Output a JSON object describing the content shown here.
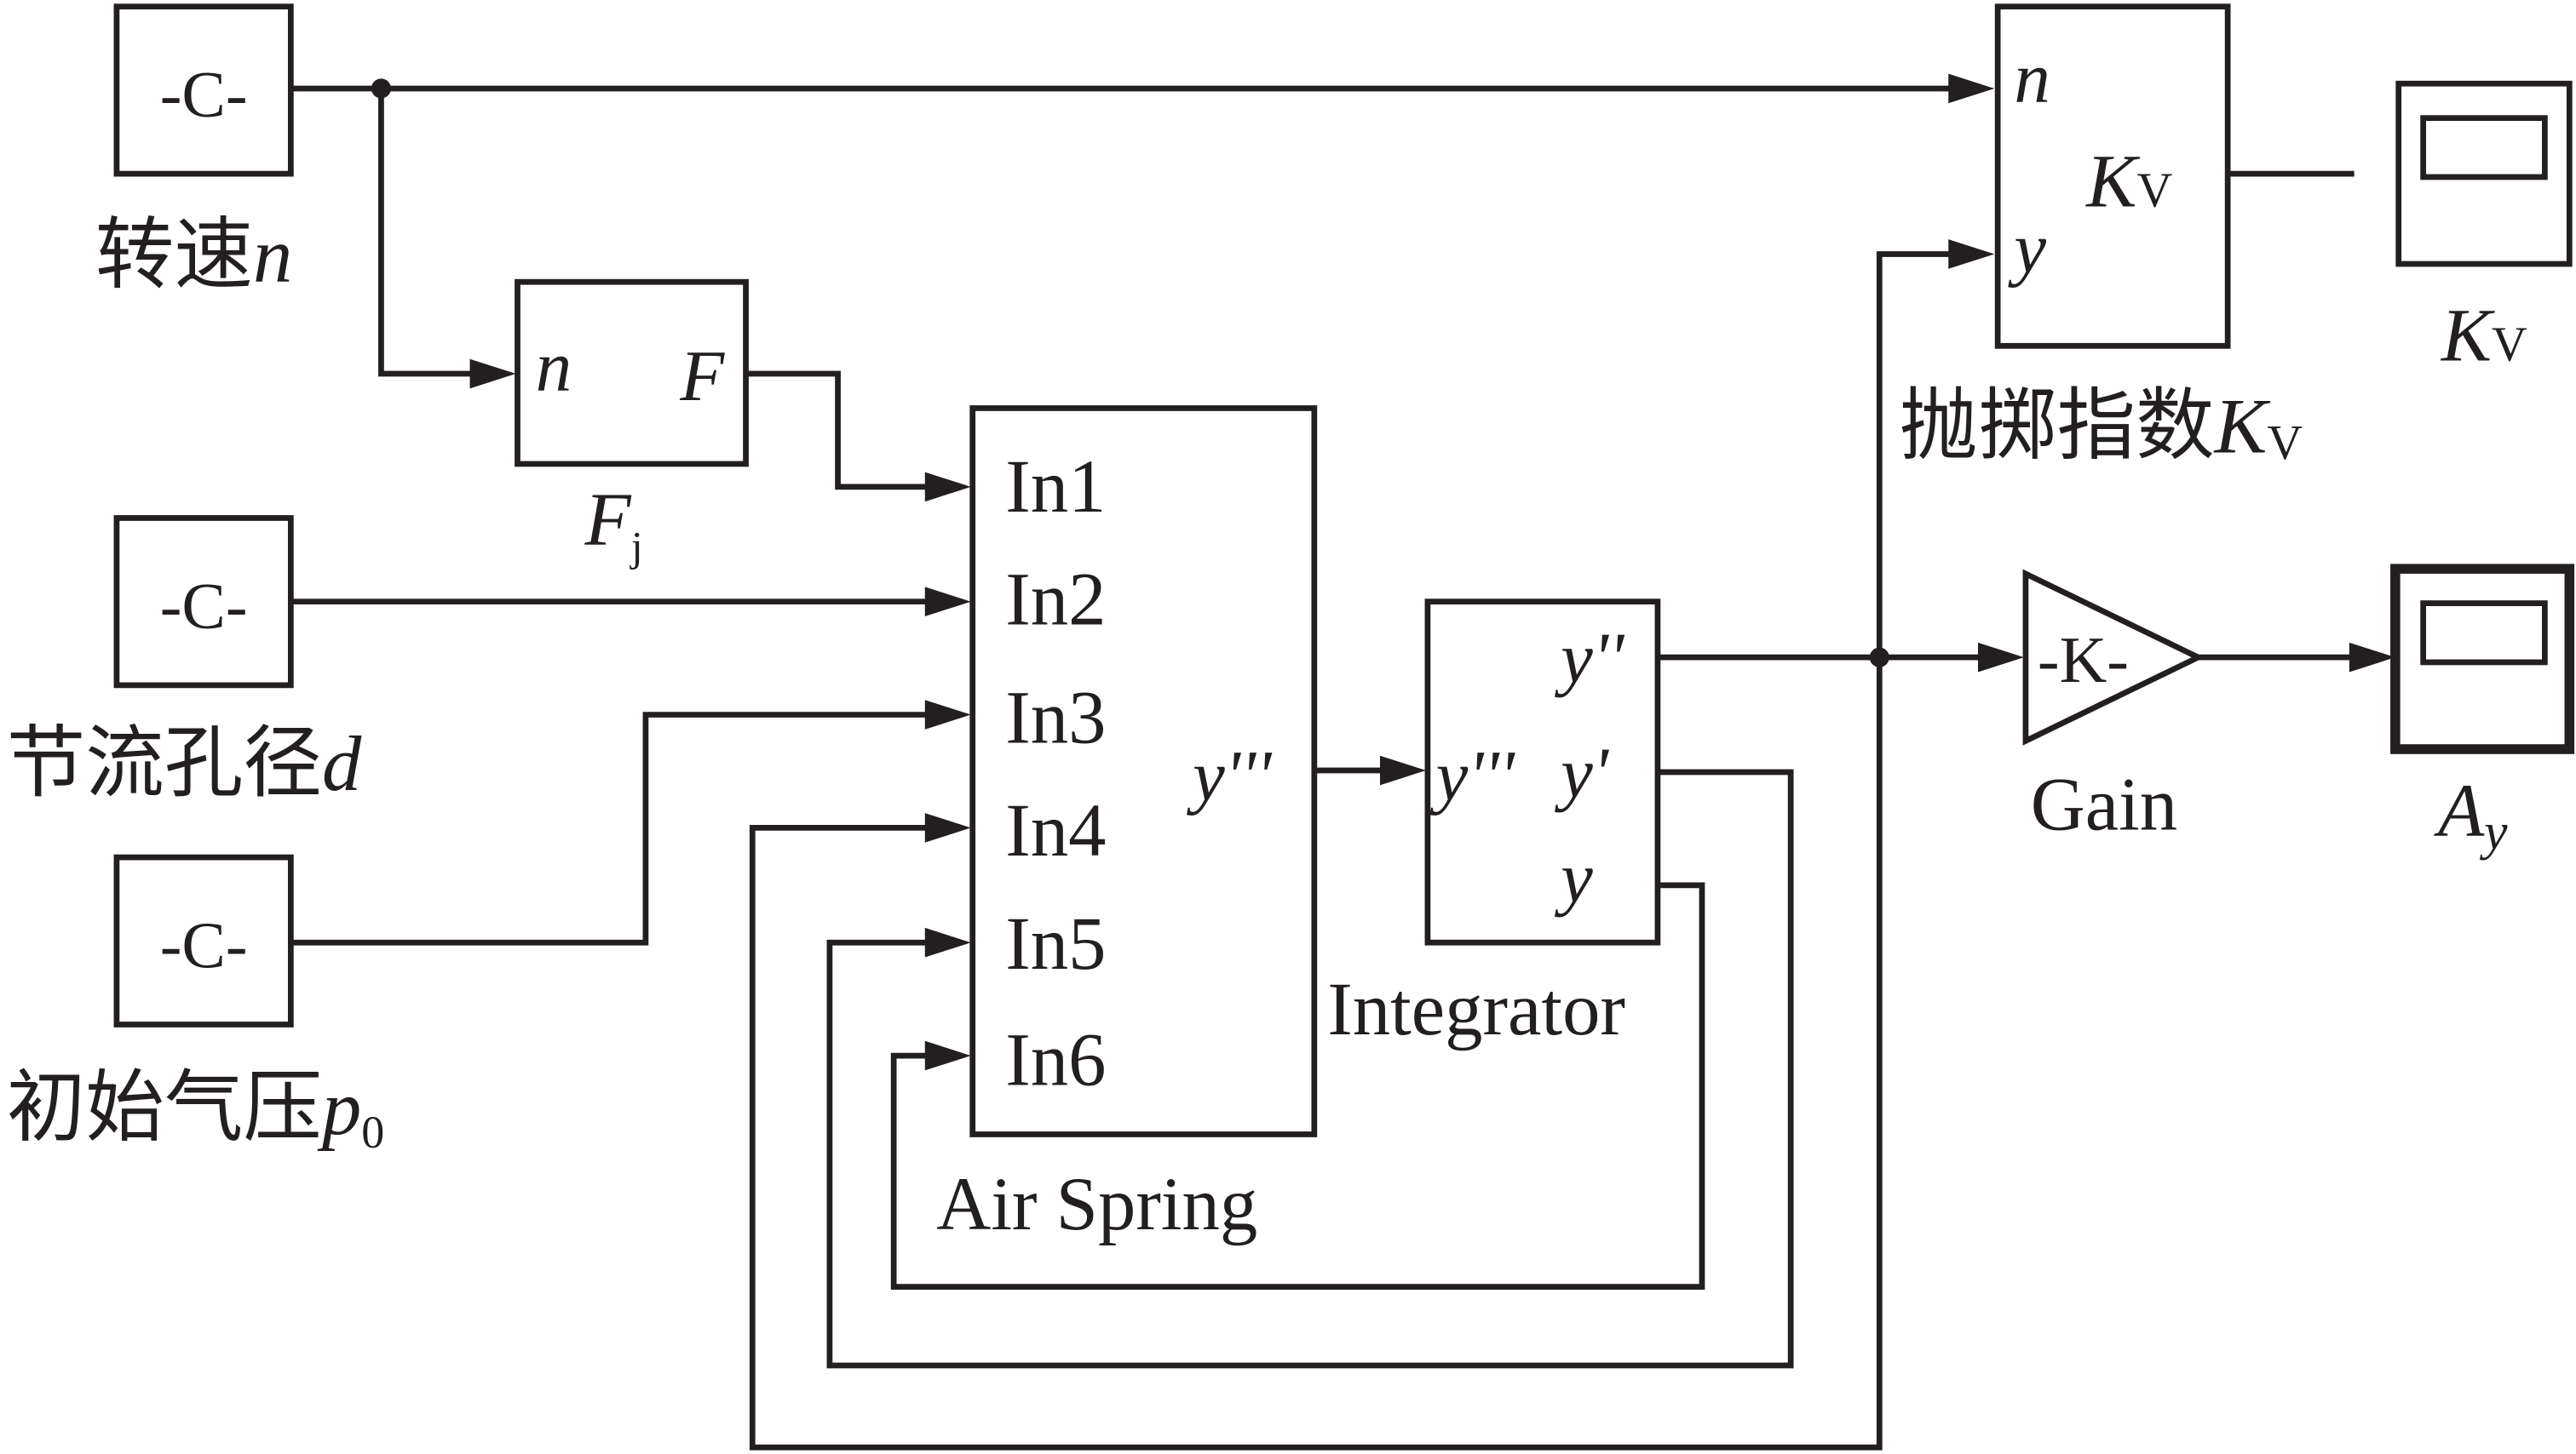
{
  "blocks": {
    "const_n": {
      "text": "-C-",
      "caption": "转速",
      "caption_var": "n"
    },
    "const_d": {
      "text": "-C-",
      "caption": "节流孔径",
      "caption_var": "d"
    },
    "const_p0": {
      "text": "-C-",
      "caption": "初始气压",
      "caption_var": "p",
      "caption_sub": "0"
    },
    "fj": {
      "in_port": "n",
      "out_port": "F",
      "caption_var": "F",
      "caption_sub": "j"
    },
    "air_spring": {
      "caption": "Air Spring",
      "inputs": [
        "In1",
        "In2",
        "In3",
        "In4",
        "In5",
        "In6"
      ],
      "output": "y'''"
    },
    "integrator": {
      "caption": "Integrator",
      "input": "y'''",
      "outputs": [
        "y''",
        "y'",
        "y"
      ]
    },
    "kv": {
      "in_ports": [
        "n",
        "y"
      ],
      "out_var": "K",
      "out_sub": "V",
      "caption": "抛掷指数",
      "caption_var": "K",
      "caption_sub": "V"
    },
    "kv_scope": {
      "caption_var": "K",
      "caption_sub": "V"
    },
    "gain": {
      "text": "-K-",
      "caption": "Gain"
    },
    "ay_scope": {
      "caption_var": "A",
      "caption_sub": "y"
    }
  },
  "colors": {
    "line": "#231f20",
    "background": "#ffffff"
  }
}
